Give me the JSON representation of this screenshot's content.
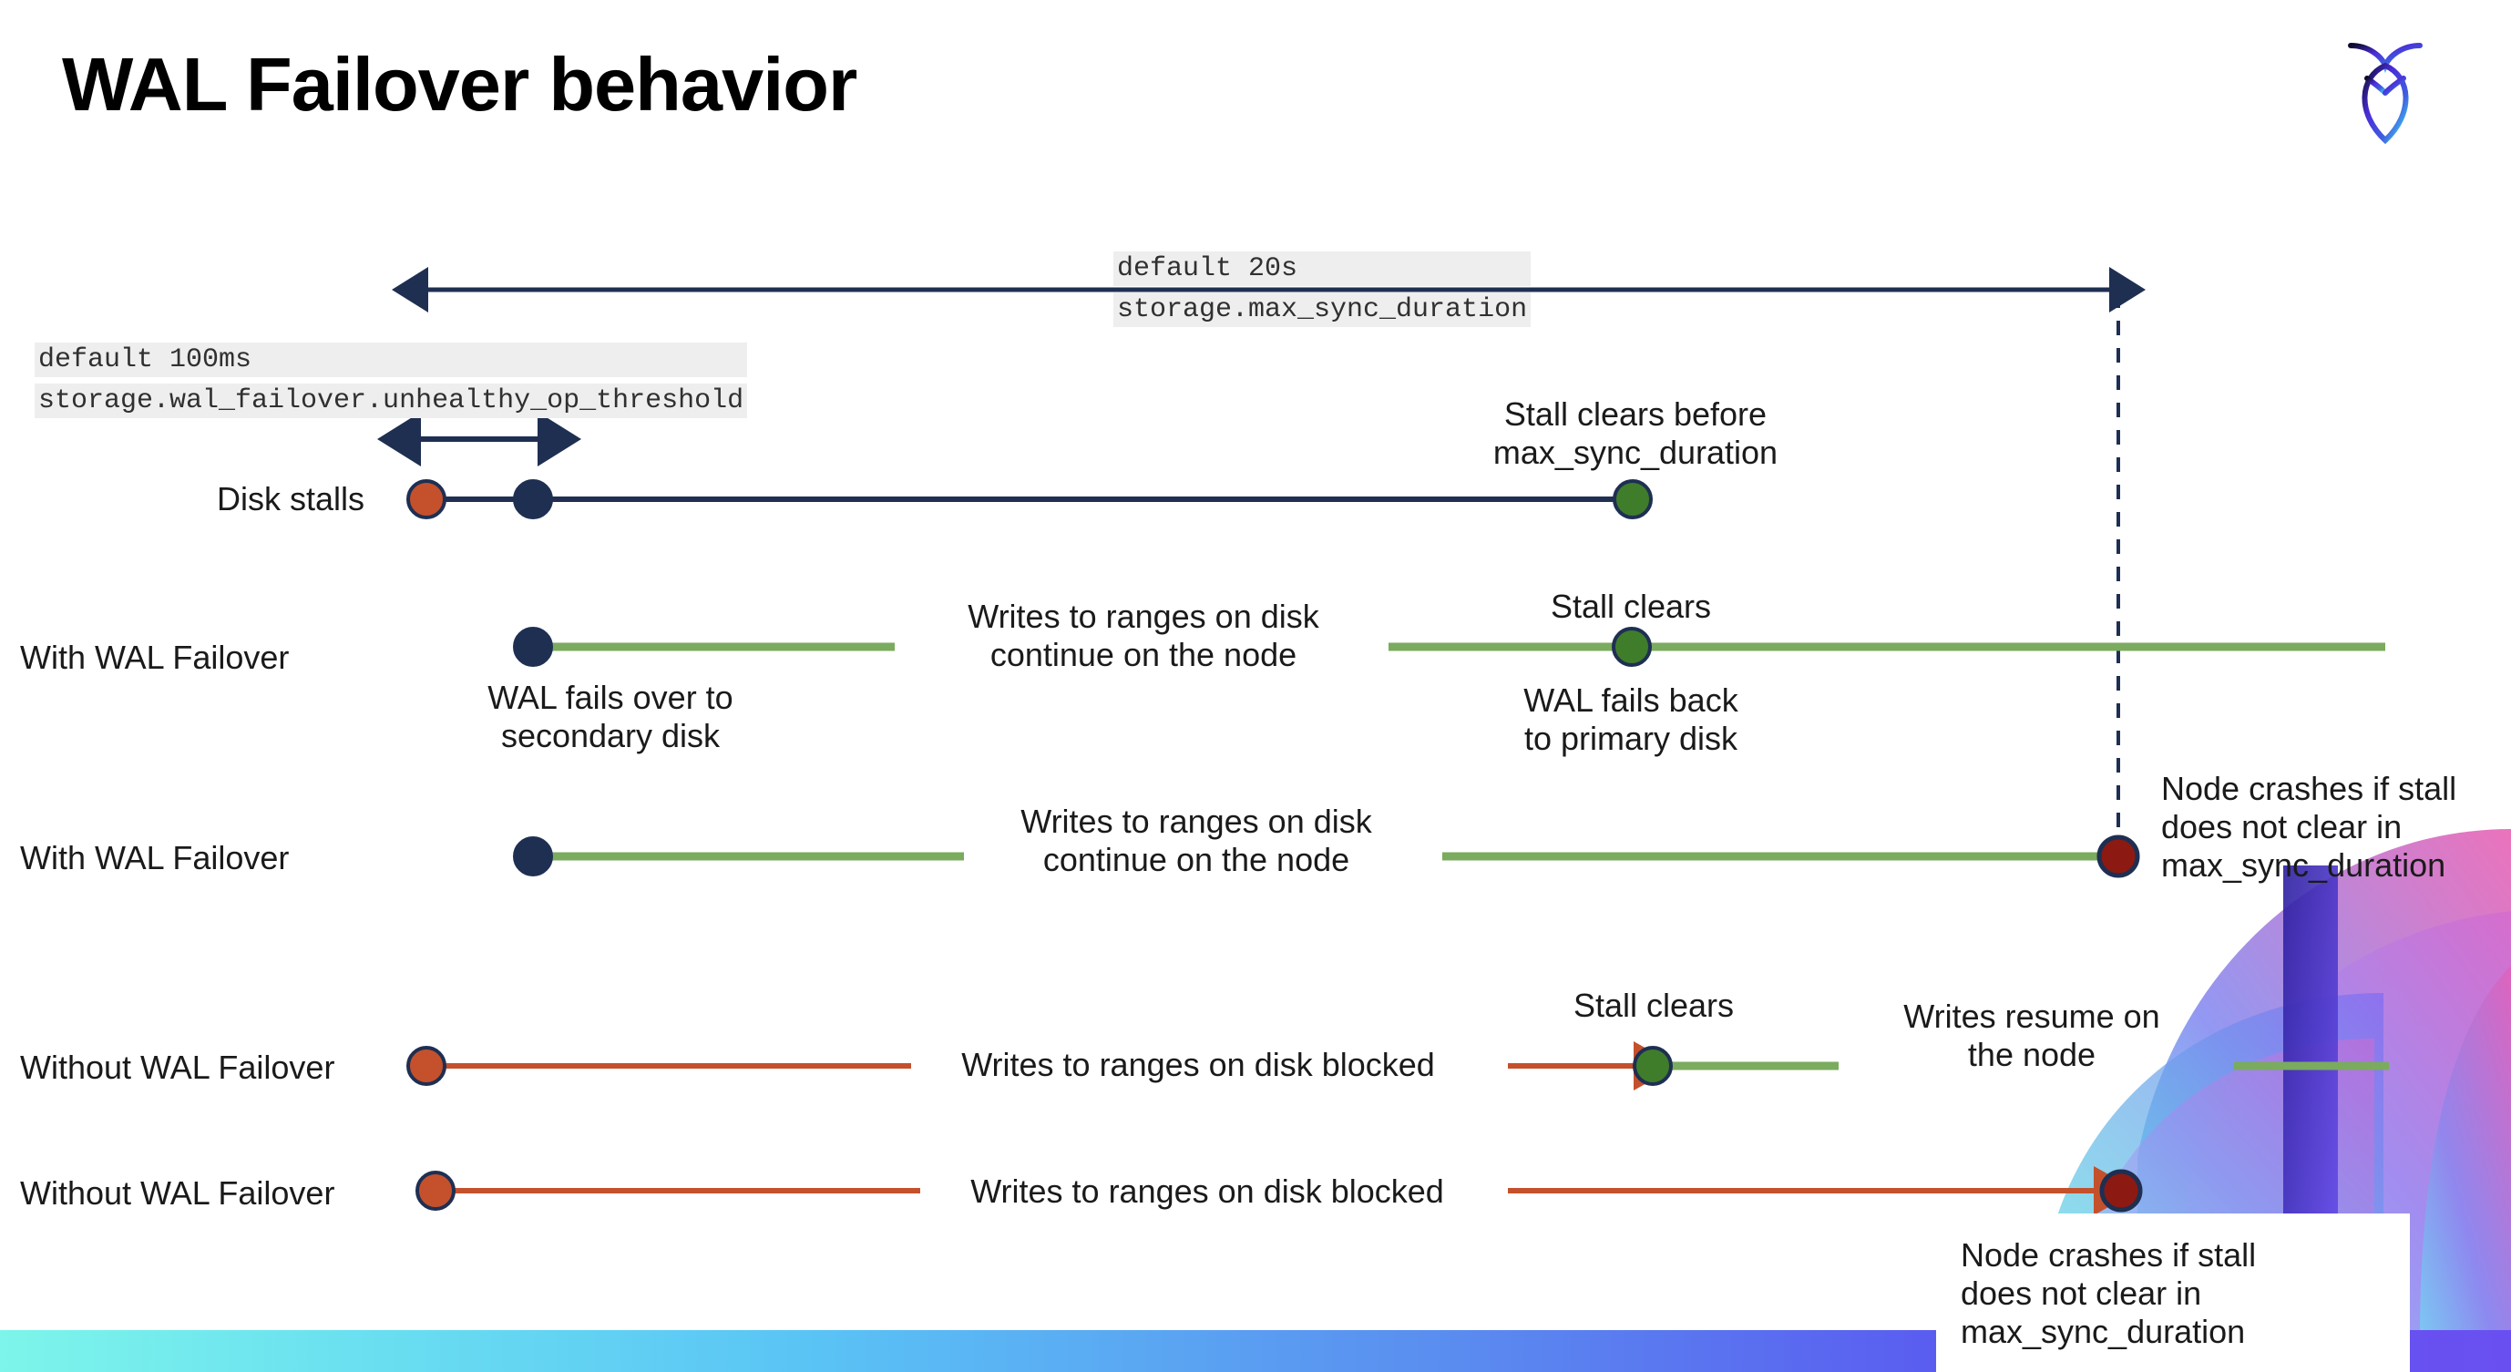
{
  "slide": {
    "title": "WAL Failover behavior",
    "logo_name": "cockroachdb-logo"
  },
  "colors": {
    "navy": "#1e2f52",
    "green_line": "#7aab5e",
    "green_dot": "#3f7d2b",
    "orange": "#c4512c",
    "dark_red": "#8c1a12",
    "code_bg": "#eeeeee",
    "accent_gradient_start": "#7df5ea",
    "accent_gradient_end": "#6a4ff0"
  },
  "settings": {
    "max_sync": {
      "default_label": "default 20s",
      "setting_name": "storage.max_sync_duration"
    },
    "unhealthy_op": {
      "default_label": "default 100ms",
      "setting_name": "storage.wal_failover.unhealthy_op_threshold"
    }
  },
  "rows": [
    {
      "id": "disk-stalls",
      "label": "Disk stalls",
      "annotations": [
        {
          "id": "stall-clears-before",
          "text": "Stall clears before\nmax_sync_duration"
        }
      ]
    },
    {
      "id": "with-wal-failover-1",
      "label": "With WAL Failover",
      "annotations": [
        {
          "id": "writes-continue-1",
          "text": "Writes to ranges on disk\ncontinue on the node"
        },
        {
          "id": "stall-clears-1",
          "text": "Stall clears"
        },
        {
          "id": "wal-fails-over",
          "text": "WAL fails over to\nsecondary disk"
        },
        {
          "id": "wal-fails-back",
          "text": "WAL fails  back\nto primary disk"
        }
      ]
    },
    {
      "id": "with-wal-failover-2",
      "label": "With WAL Failover",
      "annotations": [
        {
          "id": "writes-continue-2",
          "text": "Writes to ranges on disk\ncontinue on the node"
        },
        {
          "id": "node-crashes-1",
          "text": "Node crashes if stall\ndoes not clear in\nmax_sync_duration"
        }
      ]
    },
    {
      "id": "without-wal-failover-1",
      "label": "Without WAL Failover",
      "annotations": [
        {
          "id": "writes-blocked-1",
          "text": "Writes to ranges on disk  blocked"
        },
        {
          "id": "stall-clears-2",
          "text": "Stall clears"
        },
        {
          "id": "writes-resume",
          "text": "Writes resume on\nthe node"
        }
      ]
    },
    {
      "id": "without-wal-failover-2",
      "label": "Without WAL Failover",
      "annotations": [
        {
          "id": "writes-blocked-2",
          "text": "Writes to ranges on disk  blocked"
        },
        {
          "id": "node-crashes-2",
          "text": "Node crashes if stall\ndoes not clear in\nmax_sync_duration"
        }
      ]
    }
  ],
  "text": {
    "title": "WAL Failover behavior",
    "disk_stalls": "Disk stalls",
    "with_wal_failover": "With WAL Failover",
    "without_wal_failover": "Without WAL Failover",
    "stall_clears_before": "Stall clears before",
    "max_sync_duration": "max_sync_duration",
    "writes_continue_l1": "Writes to ranges on disk",
    "writes_continue_l2": "continue on the node",
    "stall_clears": "Stall clears",
    "wal_fails_over_l1": "WAL fails over to",
    "wal_fails_over_l2": "secondary disk",
    "wal_fails_back_l1": "WAL fails  back",
    "wal_fails_back_l2": "to primary disk",
    "node_crashes_l1": "Node crashes if stall",
    "node_crashes_l2": "does not clear in",
    "node_crashes_l3": "max_sync_duration",
    "writes_blocked": "Writes to ranges on disk  blocked",
    "writes_resume_l1": "Writes resume on",
    "writes_resume_l2": "the node",
    "default_20s": "default 20s",
    "storage_max_sync_duration": "storage.max_sync_duration",
    "default_100ms": "default 100ms",
    "storage_unhealthy_op": "storage.wal_failover.unhealthy_op_threshold"
  }
}
